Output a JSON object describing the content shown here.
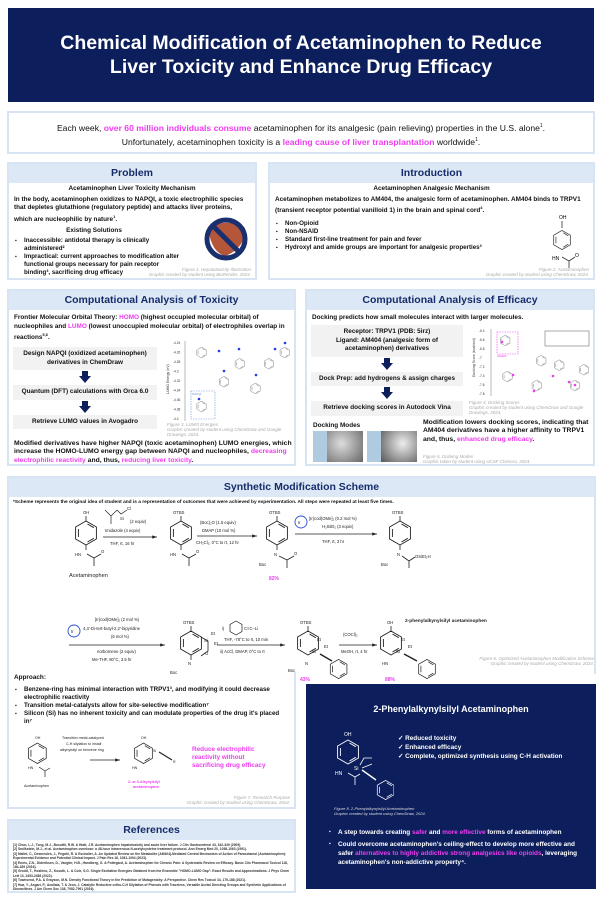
{
  "header": {
    "title": "Chemical Modification of Acetaminophen to Reduce Liver Toxicity and Enhance Drug Efficacy"
  },
  "intro": {
    "p1": "Each week, ",
    "h1": "over 60 million individuals consume",
    "p2": " acetaminophen for its analgesic (pain relieving) properties in the U.S. alone",
    "s1": "1",
    "p3": ". Unfortunately, acetaminophen toxicity is a ",
    "h2": "leading cause of liver transplantation",
    "p4": " worldwide",
    "s2": "1",
    "p5": "."
  },
  "problem": {
    "title": "Problem",
    "subtitle": "Acetaminophen Liver Toxicity Mechanism",
    "text": "In the body, acetaminophen oxidizes to NAPQI, a toxic electrophilic species that depletes glutathione (regulatory peptide) and attacks liver proteins, which are nucleophilic by nature",
    "text_sup": "1",
    "solutions_title": "Existing Solutions",
    "bullets": [
      "Inaccessible: antidotal therapy is clinically administered²",
      "Impractical: current approaches to modification alter functional groups necessary for pain receptor binding³, sacrificing drug efficacy"
    ],
    "caption1": "Figure 1. Hepatotoxicity Illustration",
    "caption2": "Graphic created by student using BioRender, 2024."
  },
  "introduction": {
    "title": "Introduction",
    "subtitle": "Acetaminophen Analgesic Mechanism",
    "text": "Acetaminophen metabolizes to AM404, the analgesic form of acetaminophen. AM404 binds to TRPV1 (transient receptor potential vanilloid 1) in the brain and spinal cord",
    "text_sup": "4",
    "bullets": [
      "Non-Opioid",
      "Non-NSAID",
      "Standard first-line treatment for pain and fever",
      "Hydroxyl and amide groups are important for analgesic properties³"
    ],
    "oh": "OH",
    "hn": "HN",
    "o": "O",
    "caption1": "Figure 2. Acetaminophen",
    "caption2": "Graphic created by student using ChemDraw, 2024."
  },
  "toxicity": {
    "title": "Computational Analysis of Toxicity",
    "fmo_label": "Frontier Molecular Orbital Theory: ",
    "homo": "HOMO",
    "t1": " (highest occupied molecular orbital) of nucleophiles and ",
    "lumo": "LUMO",
    "t2": " (lowest unoccupied molecular orbital) of electrophiles overlap in reactions",
    "sup": "5,6",
    "steps": [
      "Design NAPQI (oxidized acetaminophen) derivatives in ChemDraw",
      "Quantum (DFT) calculations with Orca 6.0",
      "Retrieve LUMO values in Avogadro"
    ],
    "chart": {
      "ylabel": "LUMO Energy (eV)",
      "ticks": [
        "-4.24",
        "-4.26",
        "-4.28",
        "-4.3",
        "-4.32",
        "-4.34",
        "-4.36",
        "-4.38",
        "-4.4"
      ],
      "napqi_label": "NAPQI"
    },
    "caption1": "Figure 3. LUMO Energies",
    "caption2": "Graphic created by student using ChemDraw and Google Drawings, 2024.",
    "c1": "Modified derivatives have higher NAPQI (toxic acetaminophen) LUMO energies, which increase the HOMO-LUMO energy gap between NAPQI and nucleophiles, ",
    "c_h1": "decreasing electrophilic reactivity",
    "c2": " and, thus, ",
    "c_h2": "reducing liver toxicity",
    "c3": "."
  },
  "efficacy": {
    "title": "Computational Analysis of Efficacy",
    "intro": "Docking predicts how small molecules interact with larger molecules.",
    "receptor": "Receptor: TRPV1 (PDB: 5irz)",
    "ligand": "Ligand: AM404 (analgesic form of acetaminophen) derivatives",
    "step2": "Dock Prep: add hydrogens & assign charges",
    "step3": "Retrieve docking scores in Autodock Vina",
    "chart": {
      "ylabel": "Docking Score (kcal/mol)",
      "ticks": [
        "-6.4",
        "-6.6",
        "-6.8",
        "-7",
        "-7.2",
        "-7.4",
        "-7.6",
        "-7.8"
      ],
      "am404_label": "AM404"
    },
    "caption4a": "Figure 4. Docking Scores",
    "caption4b": "Graphic created by student using ChemDraw and Google Drawings, 2024.",
    "modes_title": "Docking Modes",
    "c1": "Modification lowers docking scores, indicating that AM404 derivatives have a higher affinity to TRPV1 and, thus, ",
    "c_h": "enhanced drug efficacy",
    "c2": ".",
    "caption5a": "Figure 5. Docking Modes",
    "caption5b": "Graphic taken by student using UCSF Chimera, 2024."
  },
  "synthesis": {
    "title": "Synthetic Modification Scheme",
    "note": "*Scheme represents the original idea of student and is a representation of outcomes that were achieved by experimentation. All steps were repeated at least five times.",
    "labels": {
      "oh": "OH",
      "otbs": "OTBS",
      "hn": "HN",
      "o": "O",
      "boc": "Boc",
      "n": "N",
      "si": "Si",
      "cl": "Cl",
      "et": "Et",
      "osi": "OSiEt₂H",
      "ir": "Ir",
      "acetaminophen": "Acetaminophen",
      "product": "2-phenylalkynylsilyl acetaminophen"
    },
    "r1": [
      "(2 equiv)",
      "Imidazole (4 equiv)",
      "THF, rt, 16 hr"
    ],
    "r2": [
      "(Boc)₂O (1.5 equiv)",
      "DMAP (10 mol %)",
      "CH₂Cl₂, 0°C to rt, 12 hr"
    ],
    "r3": [
      "[Ir(cod)OMe]₂ (0.2 mol %)",
      "H₂SiEt₂ (3 equiv)",
      "THF, rt, 3 hr"
    ],
    "r4": [
      "[Ir(cod)OMe]₂ (2 mol %)",
      "4,4'-Di-tert-butyl-2,2'-bipyridine",
      "(6 mol %)",
      "norbornene (2 equiv)",
      "Me-THF, 80°C, 3.5 hr"
    ],
    "r5": [
      "i)",
      "C≡C−Li",
      "THF, -78°C to rt, 10 min",
      "ii) AcCl, DMAP, 0°C to rt"
    ],
    "r6": [
      "(COCl)₂",
      "MeOH, rt, 4 hr"
    ],
    "yields": [
      "82%",
      "43%",
      "88%"
    ],
    "caption1": "Figure 6. Optimized Acetaminophen Modification Scheme",
    "caption2": "Graphic created by student using ChemDraw, 2024.",
    "approach_title": "Approach:",
    "approach": [
      "Benzene-ring has minimal interaction with TRPV1³, and modifying it could decrease electrophilic reactivity",
      "Transition metal-catalysts allow for site-selective modification⁷",
      "Silicon (Si) has no inherent toxicity and can modulate properties of the drug it's placed in⁷"
    ],
    "purpose": {
      "arrow_text": [
        "Transition metal-catalyzed",
        "C-H silylation to install",
        "alkynylsilyl on benzene ring"
      ],
      "start": "Acetaminophen",
      "product": [
        "2- or 3-Alkynylsilyl",
        "acetaminophen"
      ],
      "r": "R",
      "goal": [
        "Reduce electrophilic",
        "reactivity without",
        "sacrificing drug efficacy"
      ],
      "caption1": "Figure 7. Research Purpose",
      "caption2": "Graphic created by student using ChemDraw, 2024."
    }
  },
  "final": {
    "title": "2-Phenylalkynylsilyl Acetaminophen",
    "checks": [
      "Reduced toxicity",
      "Enhanced efficacy",
      "Complete, optimized synthesis using C-H activation"
    ],
    "caption1": "Figure 8. 2-Phenylalkynylsilyl Acetaminophen",
    "caption2": "Graphic created by student using ChemDraw, 2024.",
    "b1a": "A step towards creating ",
    "b1h1": "safer",
    "b1b": " and ",
    "b1h2": "more effective",
    "b1c": " forms of acetaminophen",
    "b2a": "Could overcome acetaminophen's ceiling-effect to develop more effective and safer ",
    "b2h": "alternatives to highly addictive strong analgesics like opioids",
    "b2b": ", leveraging acetaminophen's non-addictive property⁴."
  },
  "references": {
    "title": "References",
    "items": [
      "[1] Chun, L.J., Tong, M.J., Busuttil, R.W. & Hiatt, J.R. Acetaminophen hepatotoxicity and acute liver failure. J Clin Gastroenterol 43, 342-349 (2009).",
      "[2] Smilkstein, M.J., et al. Acetaminophen overdose: a 48-hour intravenous N-acetylcysteine treatment protocol. Ann Emerg Med 20, 1058-1063 (1991).",
      "[3] Mallet, C., Desmeules, J., Pegahi, R. & Eschalier, A. An Updated Review on the Metabolite (AM404)-Mediated Central Mechanism of Action of Paracetamol (Acetaminophen): Experimental Evidence and Potential Clinical Impact. J Pain Res 16, 1081-1094 (2023).",
      "[4] Ennis, Z.N., Dideriksen, D., Vaegter, H.B., Handberg, G. & Pottegard, A. Acetaminophen for Chronic Pain: A Systematic Review on Efficacy. Basic Clin Pharmacol Toxicol 118, 184-189 (2016).",
      "[5] Grodd, T., Hoshino, Z., Kosuth, L. & Cole, S.G. Single Excitation Energies Obtained from the Ensemble \"HOMO-LUMO Gap\": Exact Results and Approximations. J Phys Chem Lett 13, 2453-2458 (2022).",
      "[6] Townsend, P.A. & Grayson, M.N. Density Functional Theory in the Prediction of Mutagenicity: A Perspective. Chem Res Toxicol 34, 179-188 (2021).",
      "[7] Hua, Y., Asgari, P., Avullala, T. & Jeon, J. Catalytic Reductive ortho-C-H Silylation of Phenols with Traceless, Versatile Acetal Directing Groups and Synthetic Applications of Dioxasilines. J Am Chem Soc 138, 7982-7991 (2016)."
    ]
  },
  "colors": {
    "navy": "#0c1f5c",
    "accent_pink": "#f03cf0",
    "panel_header": "#dce8f5",
    "panel_border": "#d6e4f4"
  }
}
